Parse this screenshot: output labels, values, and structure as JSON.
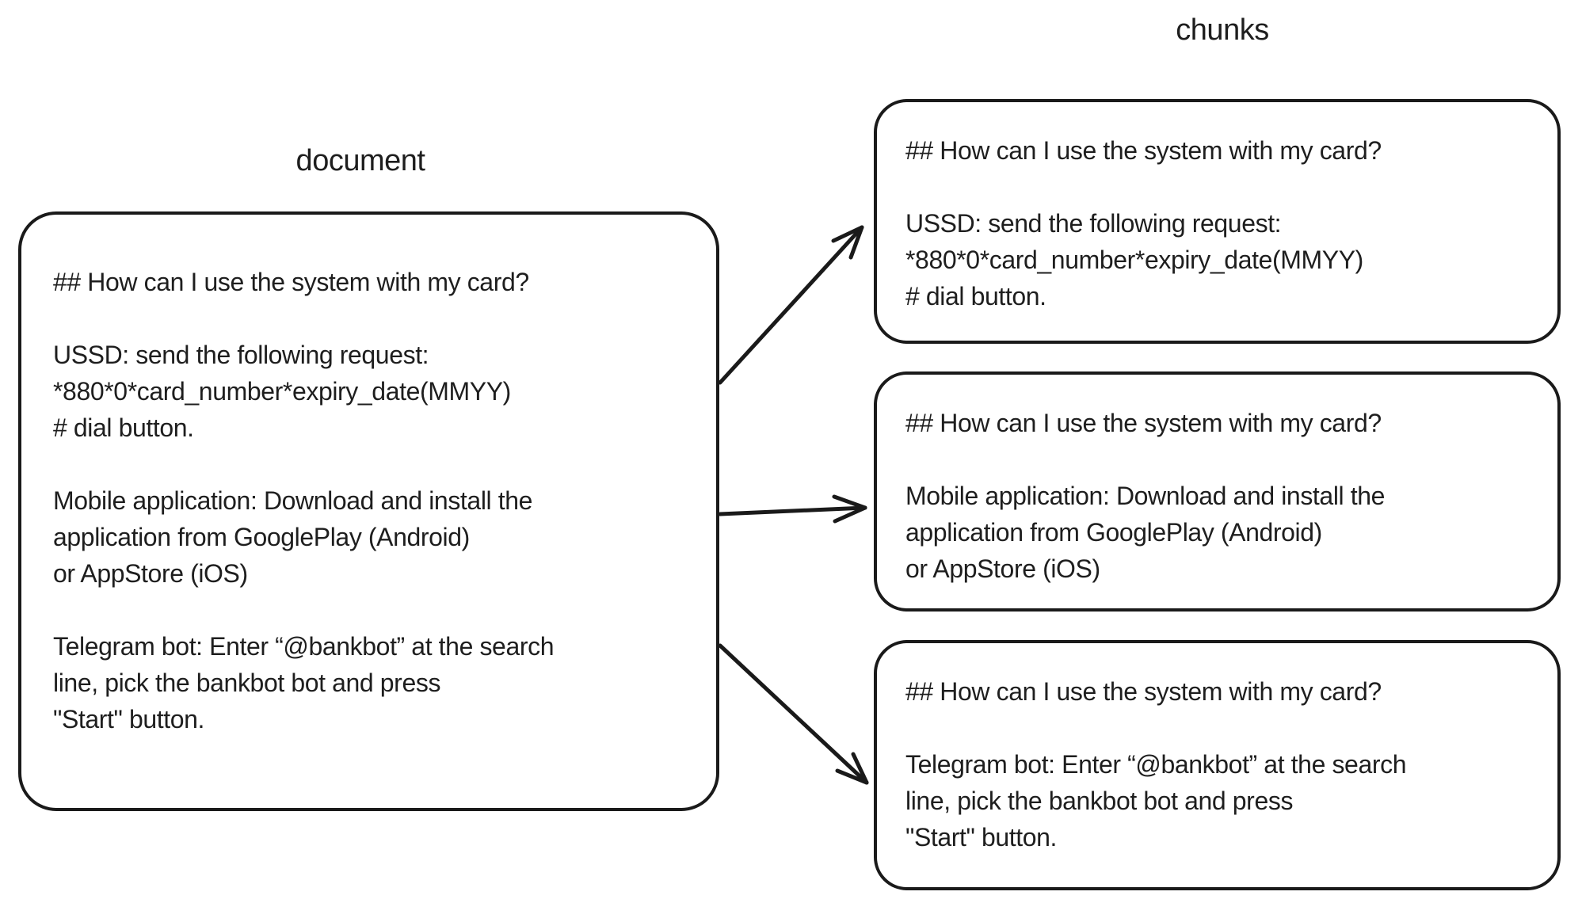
{
  "theme": {
    "background": "#ffffff",
    "stroke": "#1a1a1a",
    "text": "#1e1e1e"
  },
  "diagram": {
    "document_label": "document",
    "chunks_label": "chunks",
    "document": {
      "text": "## How can I use the system with my card?\n\nUSSD: send the following request:\n*880*0*card_number*expiry_date(MMYY)\n# dial button.\n\nMobile application: Download and install the\napplication from GooglePlay (Android)\nor AppStore (iOS)\n\nTelegram bot: Enter “@bankbot” at the search\nline, pick the bankbot bot and press\n\"Start\" button."
    },
    "chunks": [
      {
        "text": "## How can I use the system with my card?\n\nUSSD: send the following request:\n*880*0*card_number*expiry_date(MMYY)\n# dial button."
      },
      {
        "text": "## How can I use the system with my card?\n\nMobile application: Download and install the\napplication from GooglePlay (Android)\nor AppStore (iOS)"
      },
      {
        "text": "## How can I use the system with my card?\n\nTelegram bot: Enter “@bankbot” at the search\nline, pick the bankbot bot and press\n\"Start\" button."
      }
    ]
  }
}
